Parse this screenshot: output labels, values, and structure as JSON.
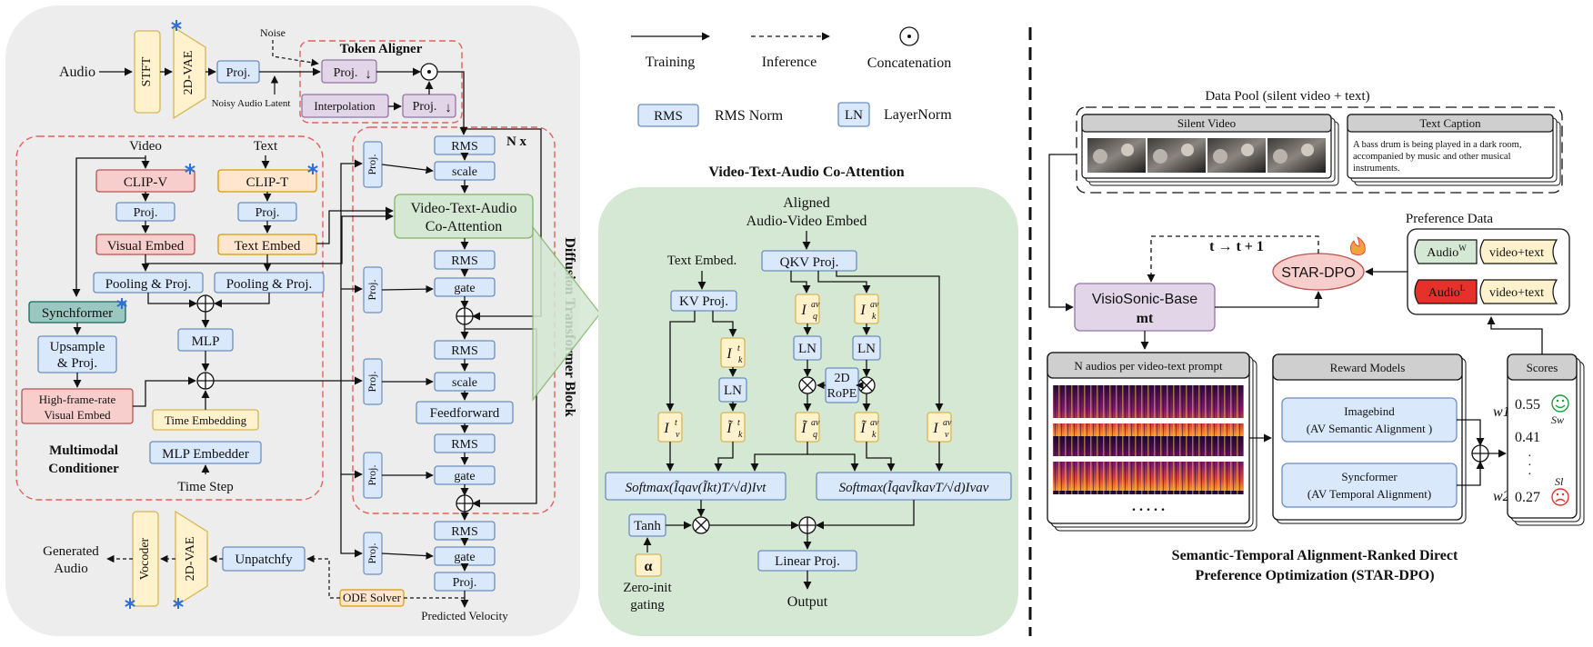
{
  "legend": {
    "training": "Training",
    "inference": "Inference",
    "concatenation": "Concatenation",
    "rms_abbr": "RMS",
    "rms_full": "RMS Norm",
    "ln_abbr": "LN",
    "ln_full": "LayerNorm"
  },
  "left": {
    "audio": "Audio",
    "stft": "STFT",
    "vae": "2D-VAE",
    "proj": "Proj.",
    "noise": "Noise",
    "noisy_latent": "Noisy Audio Latent",
    "token_aligner": "Token Aligner",
    "interpolation": "Interpolation",
    "video": "Video",
    "text": "Text",
    "clip_v": "CLIP-V",
    "clip_t": "CLIP-T",
    "visual_embed": "Visual Embed",
    "text_embed": "Text Embed",
    "pooling": "Pooling & Proj.",
    "synchformer": "Synchformer",
    "upsample_1": "Upsample",
    "upsample_2": "& Proj.",
    "hfr_1": "High-frame-rate",
    "hfr_2": "Visual Embed",
    "mlp": "MLP",
    "time_embedding": "Time Embedding",
    "mlp_embedder": "MLP Embedder",
    "time_step": "Time Step",
    "mc_1": "Multimodal",
    "mc_2": "Conditioner",
    "rms": "RMS",
    "scale": "scale",
    "gate": "gate",
    "vta_1": "Video-Text-Audio",
    "vta_2": "Co-Attention",
    "feedforward": "Feedforward",
    "nx": "N x",
    "dit": "Diffusion Transformer Block",
    "gen_1": "Generated",
    "gen_2": "Audio",
    "vocoder": "Vocoder",
    "unpatchfy": "Unpatchfy",
    "ode": "ODE Solver",
    "pred_velocity": "Predicted Velocity"
  },
  "middle": {
    "title": "Video-Text-Audio Co-Attention",
    "aligned_1": "Aligned",
    "aligned_2": "Audio-Video Embed",
    "text_embed": "Text Embed.",
    "qkv": "QKV Proj.",
    "kv": "KV Proj.",
    "ln": "LN",
    "rope_1": "2D",
    "rope_2": "RoPE",
    "softmax_left": "Softmax(Ĩqav(Ĩkt)T/√d)Ivt",
    "softmax_right": "Softmax(ĨqavĨkavT/√d)Ivav",
    "tanh": "Tanh",
    "alpha": "α",
    "zero_1": "Zero-init",
    "zero_2": "gating",
    "linear": "Linear Proj.",
    "output": "Output"
  },
  "right": {
    "data_pool": "Data Pool (silent video + text)",
    "silent_video": "Silent Video",
    "text_caption": "Text Caption",
    "caption_1": "A bass drum is being played in a dark room,",
    "caption_2": "accompanied by music and other musical",
    "caption_3": "instruments.",
    "preference_data": "Preference Data",
    "audio_w": "Audio",
    "audio_w_sup": "W",
    "audio_l": "Audio",
    "audio_l_sup": "L",
    "video_text": "video+text",
    "star_dpo": "STAR-DPO",
    "t_update": "t → t + 1",
    "visiosonic_1": "VisioSonic-Base",
    "visiosonic_2": "mt",
    "n_audios": "N audios per video-text prompt",
    "reward_models": "Reward Models",
    "imagebind_1": "Imagebind",
    "imagebind_2": "(AV Semantic Alignment )",
    "syncformer_1": "Syncformer",
    "syncformer_2": "(AV Temporal Alignment)",
    "w1": "w1",
    "w2": "w2",
    "scores": "Scores",
    "score_1": "0.55",
    "score_2": "0.41",
    "score_3": "0.27",
    "sw": "Sw",
    "sl": "Sl",
    "dots": ". . . . .",
    "caption_a": "Semantic-Temporal Alignment-Ranked Direct",
    "caption_b": "Preference Optimization (STAR-DPO)"
  },
  "colors": {
    "blue_fill": "#dae8fc",
    "blue_stroke": "#6c8ebf",
    "yellow_fill": "#fff2cc",
    "yellow_stroke": "#d6b656",
    "red_fill": "#f8cecc",
    "red_stroke": "#b85450",
    "orange_fill": "#ffe6cc",
    "orange_stroke": "#d79b00",
    "green_fill": "#d5e8d4",
    "green_stroke": "#82b366",
    "purple_fill": "#e1d5e7",
    "purple_stroke": "#9673a6",
    "teal_fill": "#9ac7bf",
    "teal_stroke": "#16685a",
    "star_red": "#e8302a",
    "panel_gray": "#ededed"
  }
}
